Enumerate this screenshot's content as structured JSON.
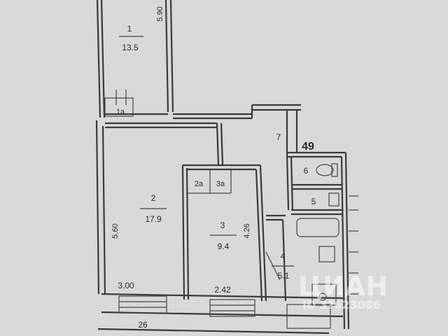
{
  "rooms": [
    {
      "id": "room-1",
      "number": "1",
      "area": "13.5"
    },
    {
      "id": "room-1a",
      "number": "1a"
    },
    {
      "id": "room-2",
      "number": "2",
      "area": "17.9"
    },
    {
      "id": "room-2a",
      "number": "2a"
    },
    {
      "id": "room-3a",
      "number": "3a"
    },
    {
      "id": "room-3",
      "number": "3",
      "area": "9.4"
    },
    {
      "id": "room-4",
      "number": "4",
      "area": "5.1"
    },
    {
      "id": "room-5",
      "number": "5"
    },
    {
      "id": "room-6",
      "number": "6"
    },
    {
      "id": "room-7",
      "number": "7"
    }
  ],
  "dimensions": {
    "room1_height": "5.90",
    "room2_height": "5.60",
    "room2_width": "3.00",
    "room3_height": "4.26",
    "room3_width": "2.42",
    "bottom_label": "26"
  },
  "apartment_number": "49",
  "watermark": {
    "brand": "ЦИАН",
    "id_text": "ID 3?623086"
  }
}
